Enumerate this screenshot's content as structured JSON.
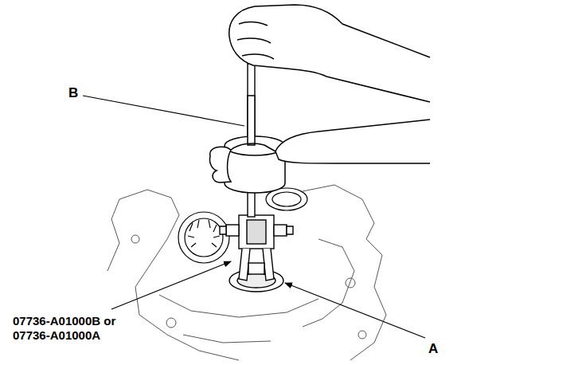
{
  "diagram": {
    "labels": [
      "B",
      "07736-A01000B or 07736-A01000A",
      "A"
    ]
  }
}
